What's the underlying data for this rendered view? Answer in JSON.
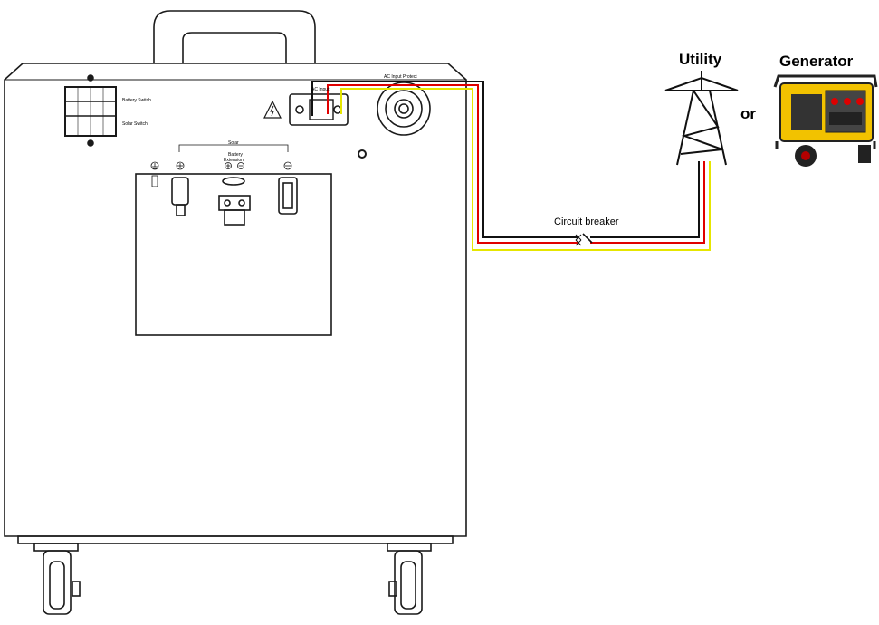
{
  "labels": {
    "utility": "Utility",
    "generator": "Generator",
    "or": "or",
    "circuit_breaker": "Circuit breaker",
    "battery_switch": "Battery Switch",
    "solar_switch": "Solar Switch",
    "ac_input": "AC Input",
    "ac_input_protect": "AC Input Protect",
    "solar": "Solar",
    "battery_extension_line1": "Battery",
    "battery_extension_line2": "Extension"
  },
  "colors": {
    "outline": "#1a1a1a",
    "wire_live": "#e00000",
    "wire_neutral": "#111111",
    "wire_ground": "#e6e600",
    "generator_body": "#f2c200",
    "generator_frame": "#222222"
  },
  "icons": {
    "warning": "high-voltage-warning-icon",
    "ground": "ground-symbol-icon",
    "plus": "positive-terminal-icon",
    "minus": "negative-terminal-icon"
  }
}
